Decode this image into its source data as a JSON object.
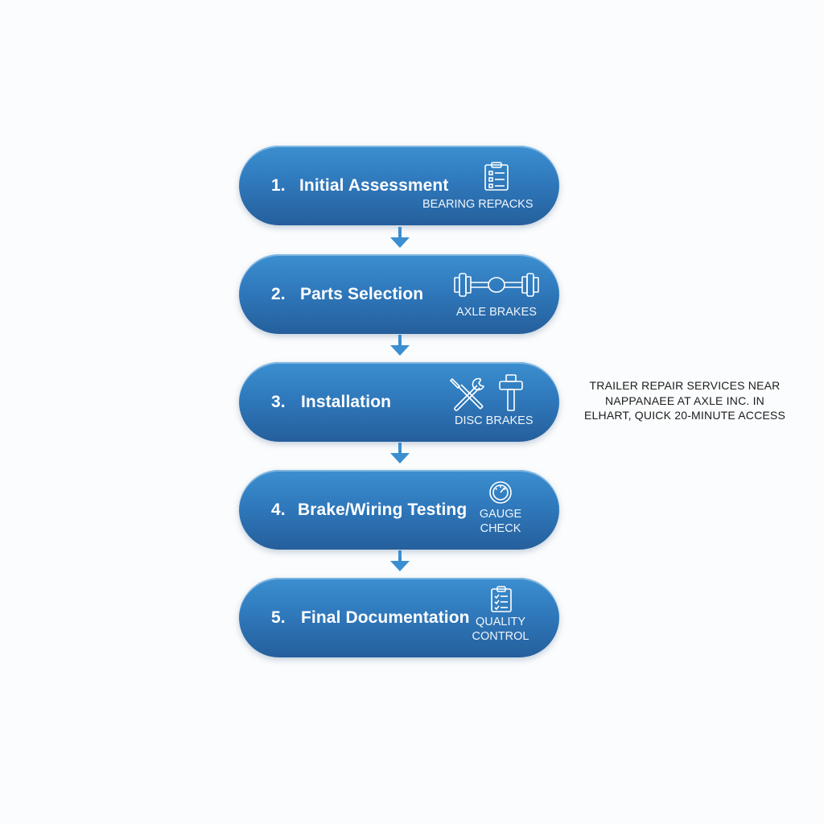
{
  "steps": [
    {
      "number": "1.",
      "title": "Initial Assessment",
      "subtitle": "BEARING REPACKS",
      "icon": "clipboard-icon"
    },
    {
      "number": "2.",
      "title": "Parts Selection",
      "subtitle": "AXLE BRAKES",
      "icon": "axle-icon"
    },
    {
      "number": "3.",
      "title": "Installation",
      "subtitle": "DISC BRAKES",
      "icon": "wrench-screwdriver-icon"
    },
    {
      "number": "4.",
      "title": "Brake/Wiring Testing",
      "subtitle_line1": "GAUGE",
      "subtitle_line2": "CHECK",
      "icon": "gauge-icon"
    },
    {
      "number": "5.",
      "title": "Final Documentation",
      "subtitle_line1": "QUALITY",
      "subtitle_line2": "CONTROL",
      "icon": "checklist-icon"
    }
  ],
  "side_note": {
    "line1": "TRAILER REPAIR SERVICES NEAR",
    "line2": "NAPPANAEE AT AXLE INC. IN",
    "line3": "ELHART, QUICK 20-MINUTE ACCESS"
  },
  "colors": {
    "step_fill": "#2f79bc",
    "arrow": "#3b8fd0",
    "background": "#fbfcfd"
  }
}
